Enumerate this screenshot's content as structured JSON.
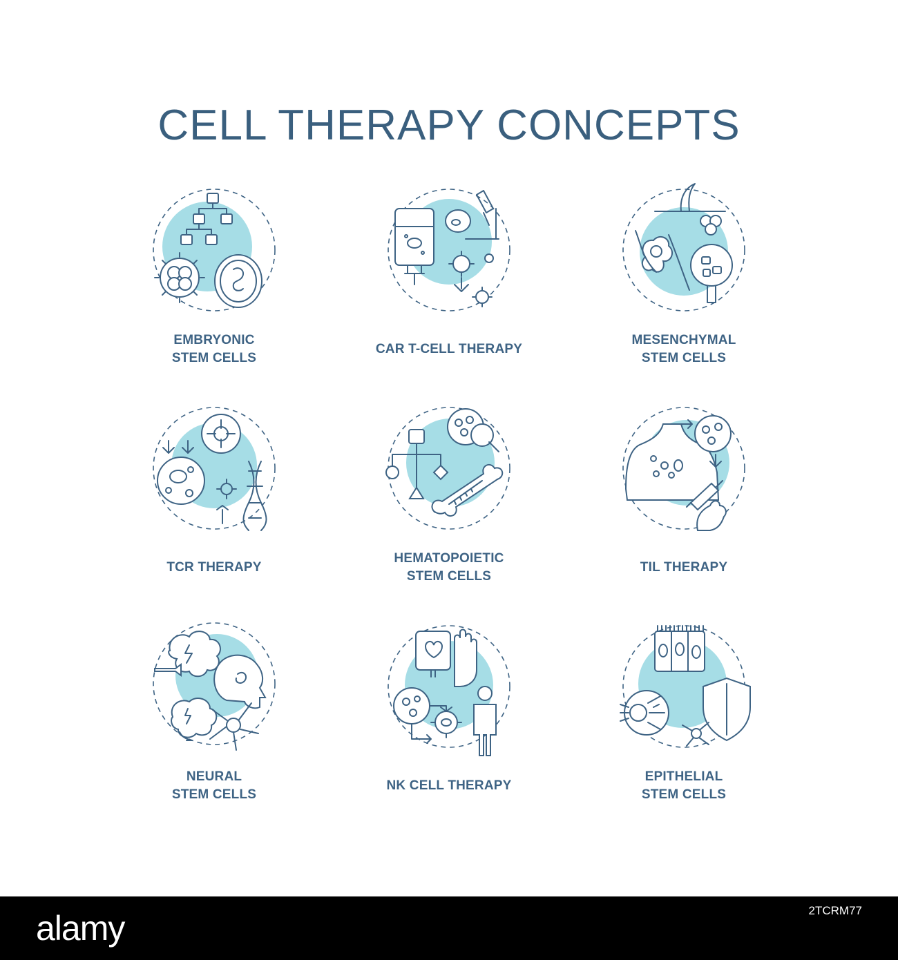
{
  "title": "CELL THERAPY CONCEPTS",
  "colors": {
    "accent": "#a6dde6",
    "ink": "#3e6384",
    "title": "#3a5f7e",
    "footer": "#000000"
  },
  "items": [
    {
      "line1": "EMBRYONIC",
      "line2": "STEM CELLS",
      "icon": "embryo-stem-cell-icon"
    },
    {
      "line1": "CAR  T-CELL THERAPY",
      "line2": "",
      "icon": "iv-bag-microscope-icon"
    },
    {
      "line1": "MESENCHYMAL",
      "line2": "STEM CELLS",
      "icon": "bone-hair-cells-icon"
    },
    {
      "line1": "TCR THERAPY",
      "line2": "",
      "icon": "target-dna-icon"
    },
    {
      "line1": "HEMATOPOIETIC",
      "line2": "STEM CELLS",
      "icon": "bone-syringe-icon"
    },
    {
      "line1": "TIL THERAPY",
      "line2": "",
      "icon": "body-syringe-icon"
    },
    {
      "line1": "NEURAL",
      "line2": "STEM CELLS",
      "icon": "brain-neuron-icon"
    },
    {
      "line1": "NK CELL THERAPY",
      "line2": "",
      "icon": "hand-person-icon"
    },
    {
      "line1": "EPITHELIAL",
      "line2": "STEM CELLS",
      "icon": "eye-shield-icon"
    }
  ],
  "footer": {
    "logo": "alamy",
    "code": "2TCRM77"
  }
}
